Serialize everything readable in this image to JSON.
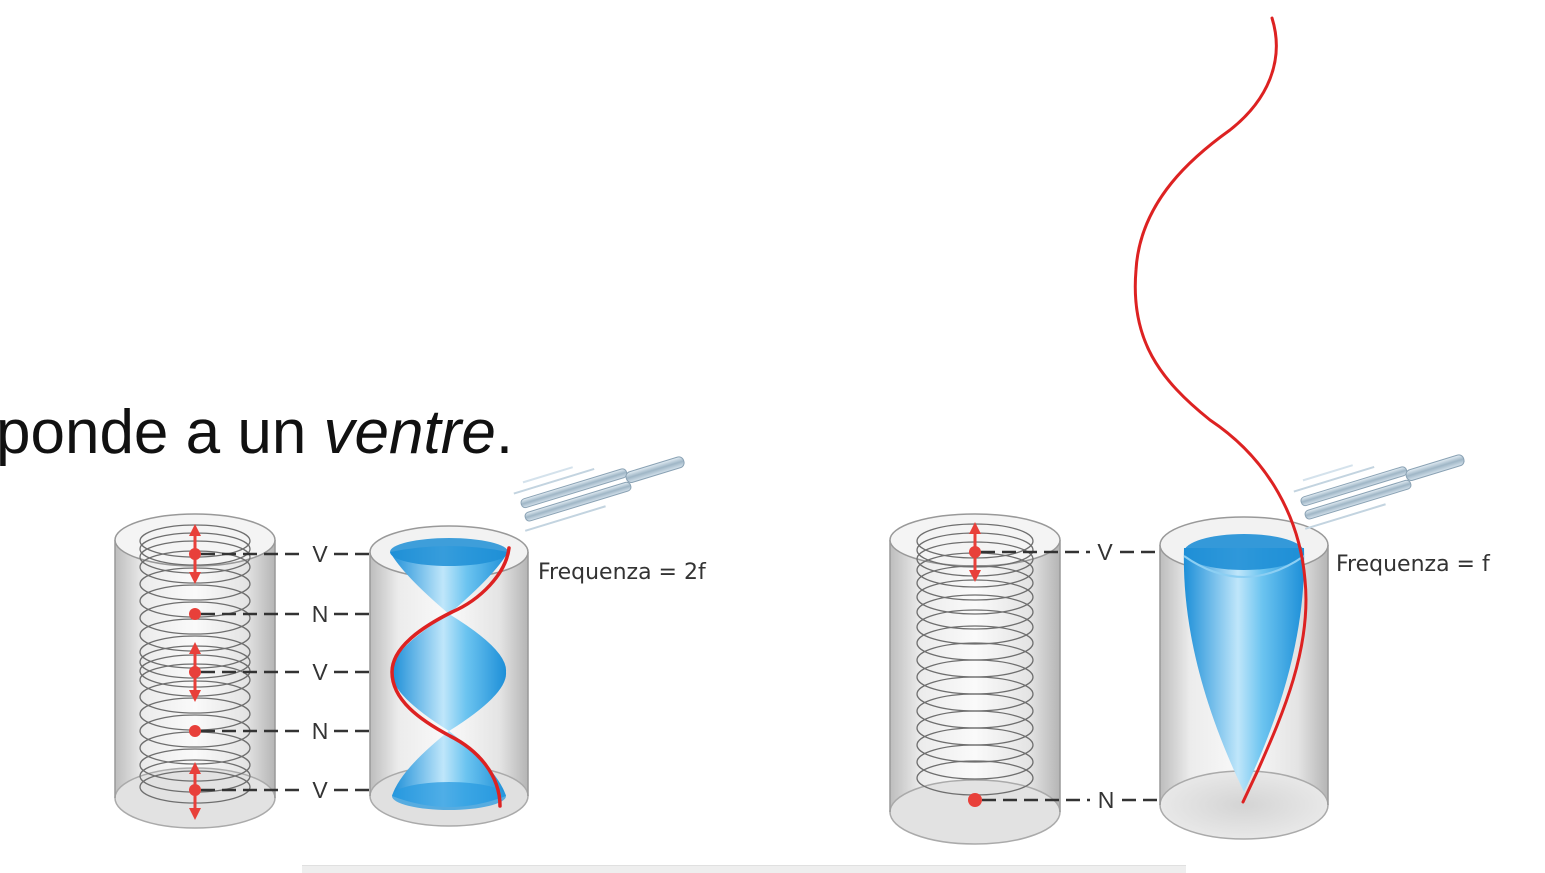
{
  "heading": {
    "prefix": "ponde a un ",
    "italic": "ventre",
    "suffix": "."
  },
  "left_figure": {
    "frequency_label": "Frequenza = 2f",
    "node_labels": [
      "V",
      "N",
      "V",
      "N",
      "V"
    ]
  },
  "right_figure": {
    "frequency_label": "Frequenza = f",
    "node_labels": [
      "V",
      "N"
    ]
  },
  "colors": {
    "wave_blue": "#2a9be0",
    "wave_light": "#bfe6fa",
    "marker_red": "#e8403a",
    "annotation_red": "#dd2222",
    "tube_gray": "#cccccc"
  },
  "icons": [
    "tuning-fork-icon",
    "tuning-fork-icon"
  ]
}
